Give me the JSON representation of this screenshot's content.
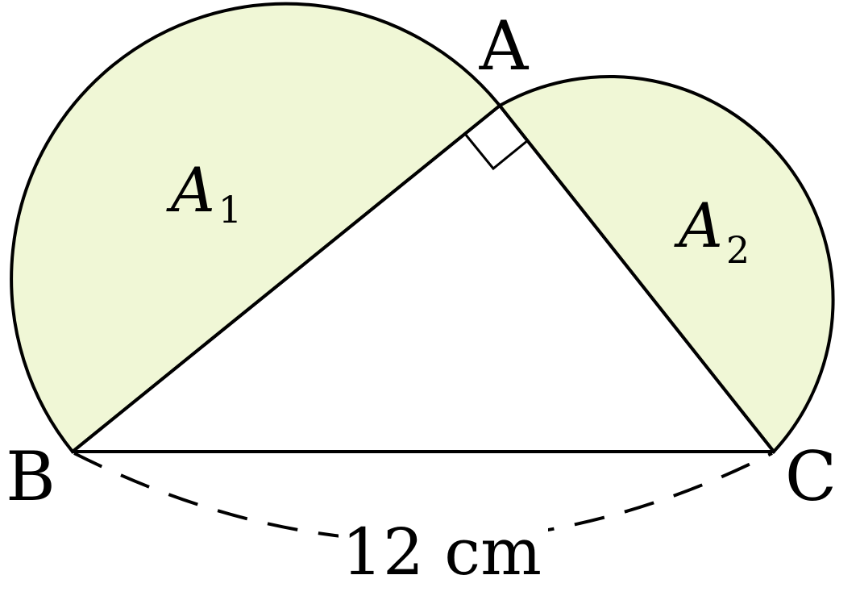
{
  "diagram": {
    "vertices": {
      "a": "A",
      "b": "B",
      "c": "C"
    },
    "regions": {
      "a1": {
        "letter": "A",
        "subscript": "1"
      },
      "a2": {
        "letter": "A",
        "subscript": "2"
      }
    },
    "base_length": "12 cm"
  },
  "colors": {
    "semicircle_fill": "#f0f7d6",
    "stroke": "#000000",
    "background": "#ffffff"
  }
}
